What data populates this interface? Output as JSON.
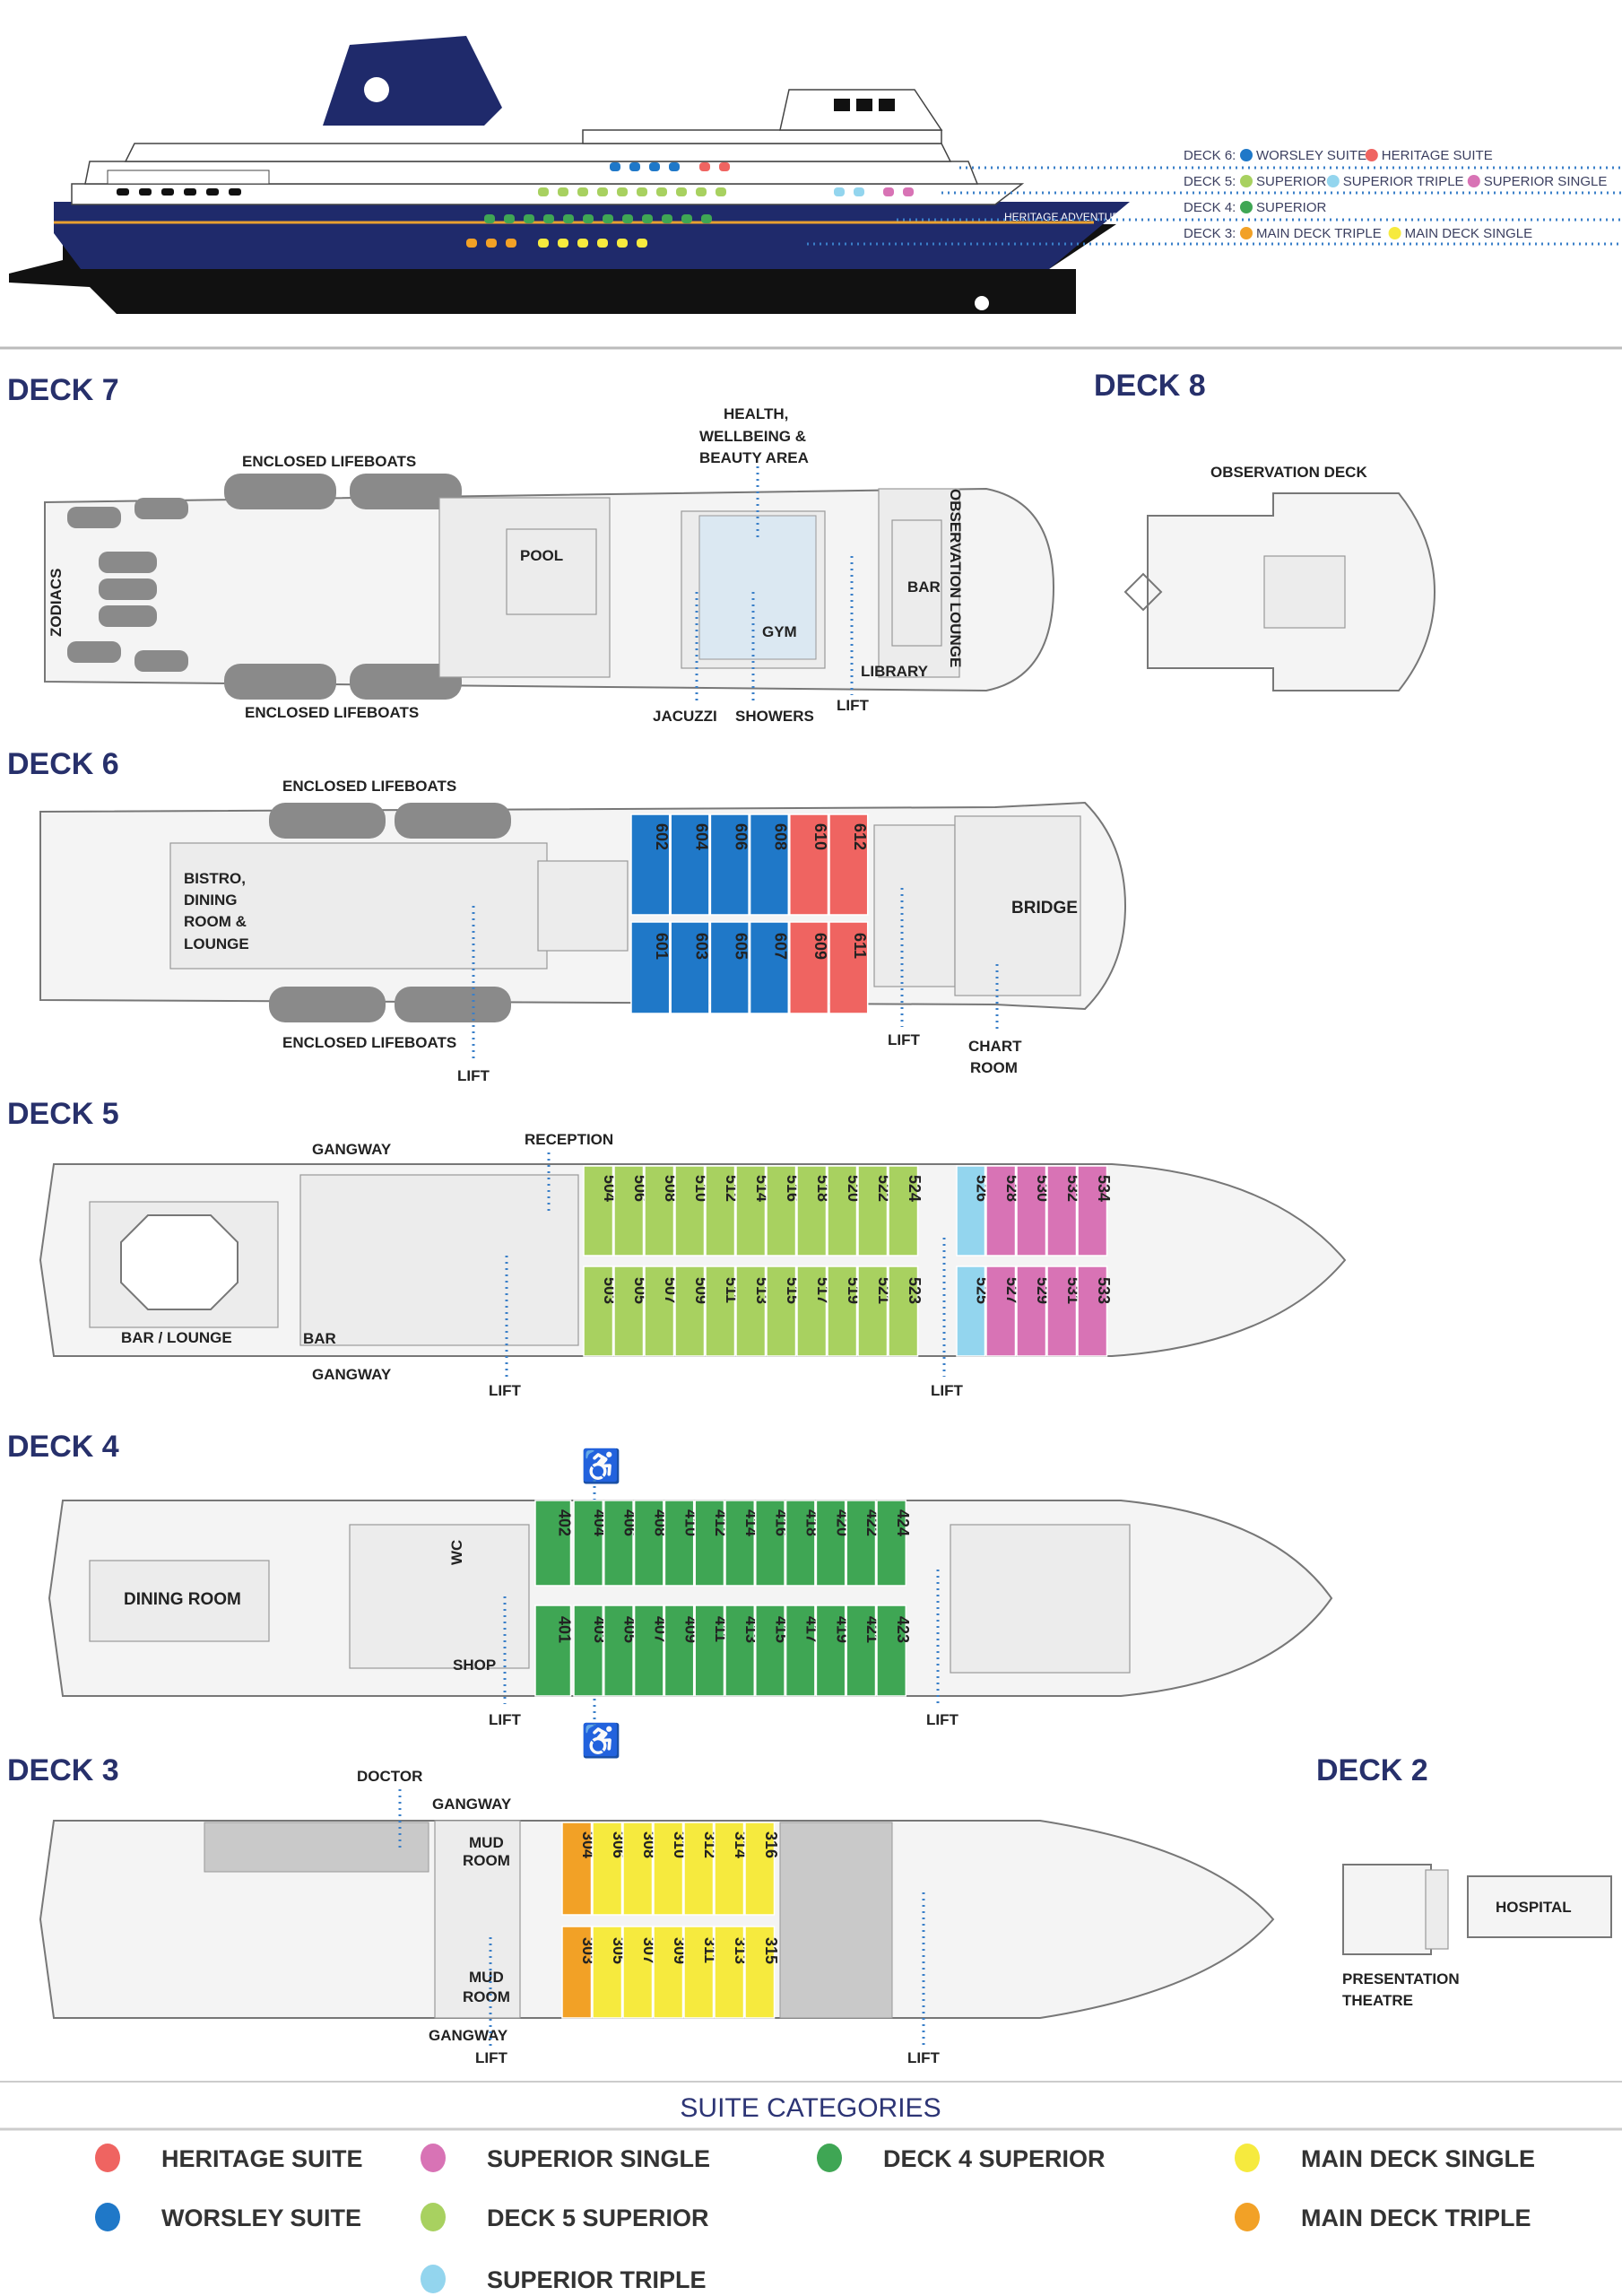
{
  "ship": {
    "hull_name": "HERITAGE ADVENTURER",
    "legend": [
      {
        "deck": "DECK 6:",
        "items": [
          {
            "label": "WORSLEY SUITE",
            "cat": "worsley"
          },
          {
            "label": "HERITAGE SUITE",
            "cat": "heritage"
          }
        ]
      },
      {
        "deck": "DECK 5:",
        "items": [
          {
            "label": "SUPERIOR",
            "cat": "d5sup"
          },
          {
            "label": "SUPERIOR TRIPLE",
            "cat": "suptriple"
          },
          {
            "label": "SUPERIOR SINGLE",
            "cat": "supsingle"
          }
        ]
      },
      {
        "deck": "DECK 4:",
        "items": [
          {
            "label": "SUPERIOR",
            "cat": "d4sup"
          }
        ]
      },
      {
        "deck": "DECK 3:",
        "items": [
          {
            "label": "MAIN DECK TRIPLE",
            "cat": "mdtriple"
          },
          {
            "label": "MAIN DECK SINGLE",
            "cat": "mdsingle"
          }
        ]
      }
    ]
  },
  "colors": {
    "heritage": "#ef6461",
    "worsley": "#1f78c8",
    "supsingle": "#d873b5",
    "d5sup": "#a8d160",
    "suptriple": "#93d5ee",
    "d4sup": "#3fa654",
    "mdsingle": "#f6ea3e",
    "mdtriple": "#f2a126",
    "navy": "#1f2a6b"
  },
  "decks": {
    "deck7": {
      "title": "DECK 7",
      "labels": {
        "lifeboats_top": "ENCLOSED LIFEBOATS",
        "lifeboats_bottom": "ENCLOSED LIFEBOATS",
        "zodiacs": "ZODIACS",
        "pool": "POOL",
        "health1": "HEALTH,",
        "health2": "WELLBEING &",
        "health3": "BEAUTY AREA",
        "gym": "GYM",
        "jacuzzi": "JACUZZI",
        "showers": "SHOWERS",
        "lift": "LIFT",
        "library": "LIBRARY",
        "bar": "BAR",
        "observation_lounge": "OBSERVATION LOUNGE"
      }
    },
    "deck8": {
      "title": "DECK 8",
      "labels": {
        "observation_deck": "OBSERVATION DECK"
      }
    },
    "deck6": {
      "title": "DECK 6",
      "labels": {
        "lifeboats_top": "ENCLOSED LIFEBOATS",
        "lifeboats_bottom": "ENCLOSED LIFEBOATS",
        "bistro1": "BISTRO,",
        "bistro2": "DINING",
        "bistro3": "ROOM &",
        "bistro4": "LOUNGE",
        "lift1": "LIFT",
        "lift2": "LIFT",
        "bridge": "BRIDGE",
        "chart1": "CHART",
        "chart2": "ROOM"
      },
      "top": [
        [
          "602",
          "worsley"
        ],
        [
          "604",
          "worsley"
        ],
        [
          "606",
          "worsley"
        ],
        [
          "608",
          "worsley"
        ],
        [
          "610",
          "heritage"
        ],
        [
          "612",
          "heritage"
        ]
      ],
      "bottom": [
        [
          "601",
          "worsley"
        ],
        [
          "603",
          "worsley"
        ],
        [
          "605",
          "worsley"
        ],
        [
          "607",
          "worsley"
        ],
        [
          "609",
          "heritage"
        ],
        [
          "611",
          "heritage"
        ]
      ]
    },
    "deck5": {
      "title": "DECK 5",
      "labels": {
        "gangway_top": "GANGWAY",
        "gangway_bottom": "GANGWAY",
        "reception": "RECEPTION",
        "bar_lounge": "BAR / LOUNGE",
        "bar": "BAR",
        "lift1": "LIFT",
        "lift2": "LIFT"
      },
      "top": [
        [
          "504",
          "d5sup"
        ],
        [
          "506",
          "d5sup"
        ],
        [
          "508",
          "d5sup"
        ],
        [
          "510",
          "d5sup"
        ],
        [
          "512",
          "d5sup"
        ],
        [
          "514",
          "d5sup"
        ],
        [
          "516",
          "d5sup"
        ],
        [
          "518",
          "d5sup"
        ],
        [
          "520",
          "d5sup"
        ],
        [
          "522",
          "d5sup"
        ],
        [
          "524",
          "d5sup"
        ],
        [
          "526",
          "suptriple"
        ],
        [
          "528",
          "supsingle"
        ],
        [
          "530",
          "supsingle"
        ],
        [
          "532",
          "supsingle"
        ],
        [
          "534",
          "supsingle"
        ]
      ],
      "bottom": [
        [
          "503",
          "d5sup"
        ],
        [
          "505",
          "d5sup"
        ],
        [
          "507",
          "d5sup"
        ],
        [
          "509",
          "d5sup"
        ],
        [
          "511",
          "d5sup"
        ],
        [
          "513",
          "d5sup"
        ],
        [
          "515",
          "d5sup"
        ],
        [
          "517",
          "d5sup"
        ],
        [
          "519",
          "d5sup"
        ],
        [
          "521",
          "d5sup"
        ],
        [
          "523",
          "d5sup"
        ],
        [
          "525",
          "suptriple"
        ],
        [
          "527",
          "supsingle"
        ],
        [
          "529",
          "supsingle"
        ],
        [
          "531",
          "supsingle"
        ],
        [
          "533",
          "supsingle"
        ]
      ]
    },
    "deck4": {
      "title": "DECK 4",
      "labels": {
        "dining_room": "DINING ROOM",
        "wc": "WC",
        "shop": "SHOP",
        "lift1": "LIFT",
        "lift2": "LIFT"
      },
      "top": [
        [
          "402",
          "d4sup"
        ],
        [
          "404",
          "d4sup"
        ],
        [
          "406",
          "d4sup"
        ],
        [
          "408",
          "d4sup"
        ],
        [
          "410",
          "d4sup"
        ],
        [
          "412",
          "d4sup"
        ],
        [
          "414",
          "d4sup"
        ],
        [
          "416",
          "d4sup"
        ],
        [
          "418",
          "d4sup"
        ],
        [
          "420",
          "d4sup"
        ],
        [
          "422",
          "d4sup"
        ],
        [
          "424",
          "d4sup"
        ]
      ],
      "bottom": [
        [
          "401",
          "d4sup"
        ],
        [
          "403",
          "d4sup"
        ],
        [
          "405",
          "d4sup"
        ],
        [
          "407",
          "d4sup"
        ],
        [
          "409",
          "d4sup"
        ],
        [
          "411",
          "d4sup"
        ],
        [
          "413",
          "d4sup"
        ],
        [
          "415",
          "d4sup"
        ],
        [
          "417",
          "d4sup"
        ],
        [
          "419",
          "d4sup"
        ],
        [
          "421",
          "d4sup"
        ],
        [
          "423",
          "d4sup"
        ]
      ]
    },
    "deck3": {
      "title": "DECK 3",
      "labels": {
        "doctor": "DOCTOR",
        "gangway_top": "GANGWAY",
        "gangway_bottom": "GANGWAY",
        "mud1a": "MUD",
        "mud1b": "ROOM",
        "mud2a": "MUD",
        "mud2b": "ROOM",
        "lift1": "LIFT",
        "lift2": "LIFT"
      },
      "top": [
        [
          "304",
          "mdtriple"
        ],
        [
          "306",
          "mdsingle"
        ],
        [
          "308",
          "mdsingle"
        ],
        [
          "310",
          "mdsingle"
        ],
        [
          "312",
          "mdsingle"
        ],
        [
          "314",
          "mdsingle"
        ],
        [
          "316",
          "mdsingle"
        ]
      ],
      "bottom": [
        [
          "303",
          "mdtriple"
        ],
        [
          "305",
          "mdsingle"
        ],
        [
          "307",
          "mdsingle"
        ],
        [
          "309",
          "mdsingle"
        ],
        [
          "311",
          "mdsingle"
        ],
        [
          "313",
          "mdsingle"
        ],
        [
          "315",
          "mdsingle"
        ]
      ]
    },
    "deck2": {
      "title": "DECK 2",
      "labels": {
        "hospital": "HOSPITAL",
        "theatre1": "PRESENTATION",
        "theatre2": "THEATRE"
      }
    }
  },
  "suite_categories": {
    "title": "SUITE CATEGORIES",
    "items": [
      {
        "label": "HERITAGE SUITE",
        "cat": "heritage"
      },
      {
        "label": "WORSLEY SUITE",
        "cat": "worsley"
      },
      {
        "label": "SUPERIOR SINGLE",
        "cat": "supsingle"
      },
      {
        "label": "DECK 5 SUPERIOR",
        "cat": "d5sup"
      },
      {
        "label": "SUPERIOR TRIPLE",
        "cat": "suptriple"
      },
      {
        "label": "DECK 4 SUPERIOR",
        "cat": "d4sup"
      },
      {
        "label": "MAIN DECK SINGLE",
        "cat": "mdsingle"
      },
      {
        "label": "MAIN DECK TRIPLE",
        "cat": "mdtriple"
      }
    ]
  }
}
